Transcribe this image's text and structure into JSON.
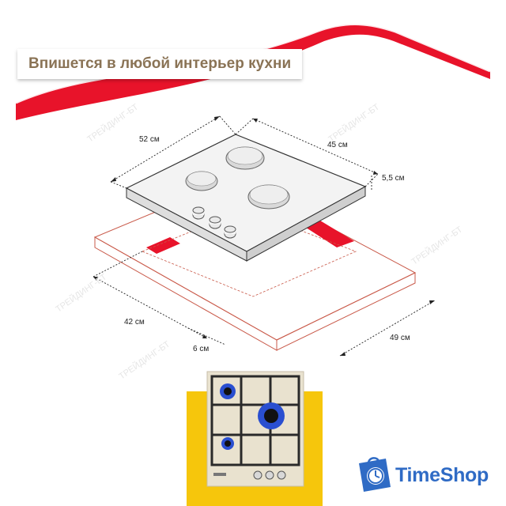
{
  "banner": {
    "title": "Впишется в любой интерьер кухни"
  },
  "dimensions": {
    "width_top": "52 см",
    "depth_top": "45 см",
    "height": "5,5 см",
    "cutout_width": "42 см",
    "cutout_depth": "49 см",
    "edge_gap": "6 см"
  },
  "brand": {
    "name": "TimeShop",
    "watermark": "ТРЕЙДИНГ-БТ"
  },
  "colors": {
    "accent_red": "#e8132a",
    "title_text": "#8a7355",
    "yellow": "#f6c60c",
    "brand_blue": "#2f6bc5"
  }
}
